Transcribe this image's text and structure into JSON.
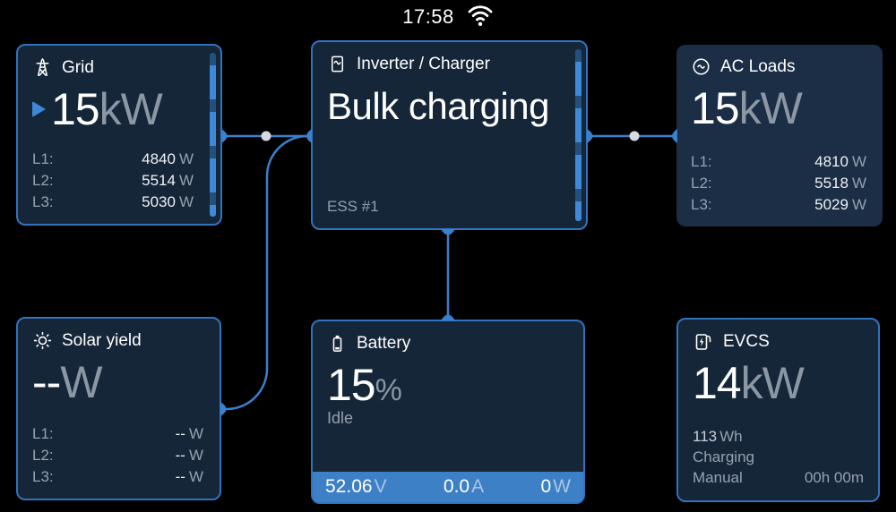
{
  "status_bar": {
    "time": "17:58",
    "wifi_icon": "wifi-icon"
  },
  "colors": {
    "accent_blue": "#3a80cc",
    "tile_border": "#3273bd",
    "tile_background": "#152639",
    "ac_loads_background": "#1b2e46",
    "battery_bar": "#3d80c6",
    "value_text": "#ffffff",
    "unit_text": "#8b97a3",
    "flow_dot": "#d7dbdf"
  },
  "tiles": {
    "grid": {
      "icon": "power-pylon-icon",
      "label": "Grid",
      "value": "15",
      "unit": "kW",
      "flow_direction": "import-arrow-right",
      "phases": [
        {
          "label": "L1:",
          "value": "4840",
          "unit": "W"
        },
        {
          "label": "L2:",
          "value": "5514",
          "unit": "W"
        },
        {
          "label": "L3:",
          "value": "5030",
          "unit": "W"
        }
      ]
    },
    "inverter": {
      "icon": "inverter-icon",
      "label": "Inverter / Charger",
      "status": "Bulk charging",
      "footer": "ESS #1"
    },
    "ac_loads": {
      "icon": "ac-sine-circle-icon",
      "label": "AC Loads",
      "value": "15",
      "unit": "kW",
      "phases": [
        {
          "label": "L1:",
          "value": "4810",
          "unit": "W"
        },
        {
          "label": "L2:",
          "value": "5518",
          "unit": "W"
        },
        {
          "label": "L3:",
          "value": "5029",
          "unit": "W"
        }
      ]
    },
    "solar": {
      "icon": "sun-icon",
      "label": "Solar yield",
      "value": "--",
      "unit": "W",
      "phases": [
        {
          "label": "L1:",
          "value": "--",
          "unit": "W"
        },
        {
          "label": "L2:",
          "value": "--",
          "unit": "W"
        },
        {
          "label": "L3:",
          "value": "--",
          "unit": "W"
        }
      ]
    },
    "battery": {
      "icon": "battery-icon",
      "label": "Battery",
      "value": "15",
      "unit": "%",
      "state": "Idle",
      "bar": {
        "items": [
          {
            "value": "52.06",
            "unit": "V"
          },
          {
            "value": "0.0",
            "unit": "A"
          },
          {
            "value": "0",
            "unit": "W"
          }
        ]
      }
    },
    "evcs": {
      "icon": "ev-charger-icon",
      "label": "EVCS",
      "value": "14",
      "unit": "kW",
      "energy": {
        "value": "113",
        "unit": "Wh"
      },
      "status": "Charging",
      "mode": "Manual",
      "duration": "00h 00m"
    }
  }
}
